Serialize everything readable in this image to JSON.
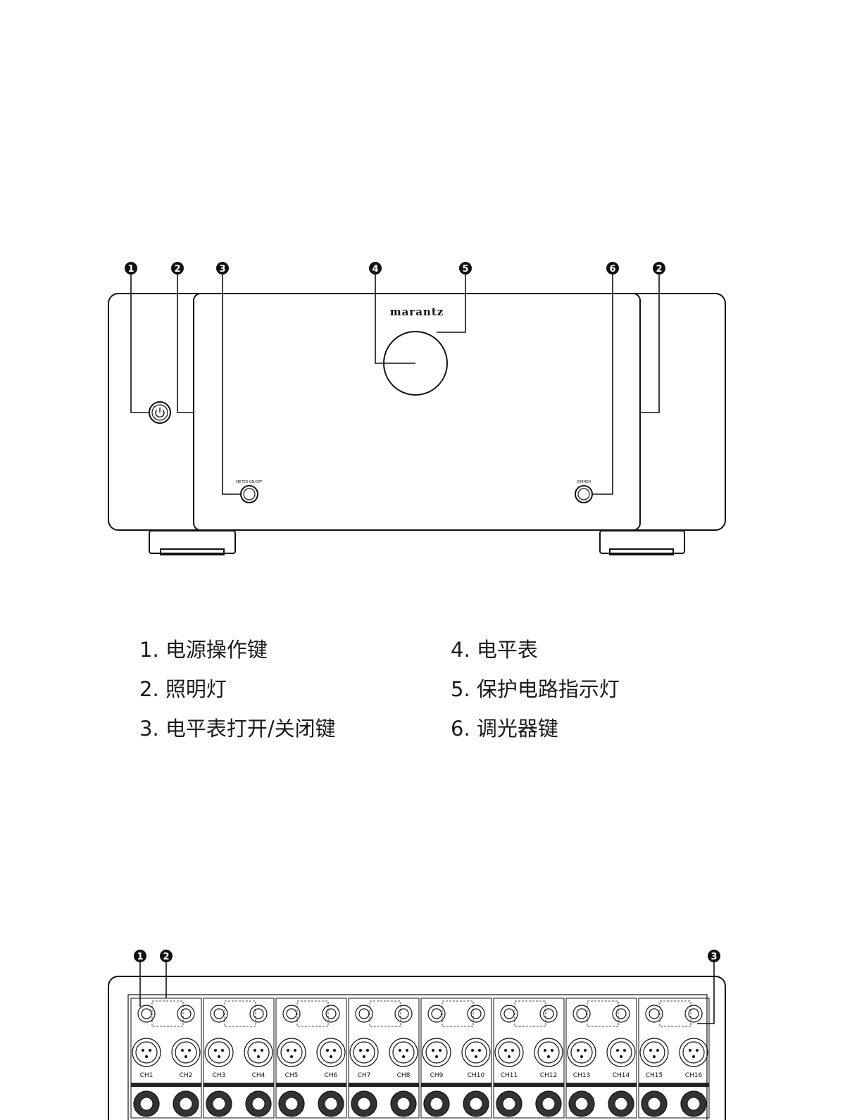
{
  "front": {
    "brand": "marantz",
    "callouts": [
      "1",
      "2",
      "3",
      "4",
      "5",
      "6",
      "2"
    ],
    "meter_label": "METER ON/OFF",
    "dimmer_label": "DIMMER"
  },
  "legend": {
    "left": [
      "1. 电源操作键",
      "2. 照明灯",
      "3. 电平表打开/关闭键"
    ],
    "right": [
      "4. 电平表",
      "5. 保护电路指示灯",
      "6. 调光器键"
    ]
  },
  "rear": {
    "callouts": [
      "1",
      "2",
      "3"
    ],
    "channels": [
      "CH1",
      "CH2",
      "CH3",
      "CH4",
      "CH5",
      "CH6",
      "CH7",
      "CH8",
      "CH9",
      "CH10",
      "CH11",
      "CH12",
      "CH13",
      "CH14",
      "CH15",
      "CH16"
    ]
  }
}
